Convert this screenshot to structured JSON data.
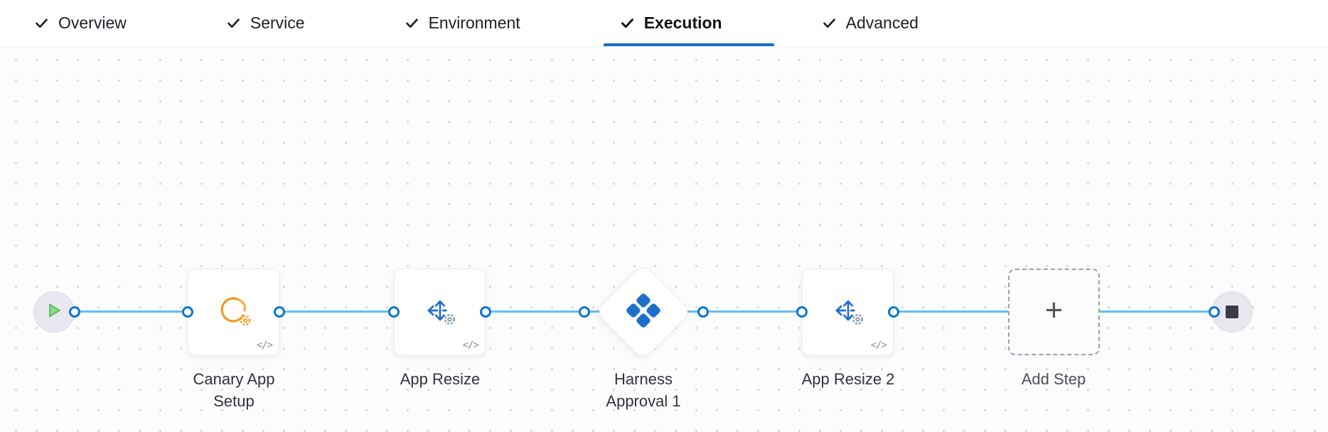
{
  "tab_bar": {
    "tabs": [
      {
        "label": "Overview",
        "checked": true,
        "active": false
      },
      {
        "label": "Service",
        "checked": true,
        "active": false
      },
      {
        "label": "Environment",
        "checked": true,
        "active": false
      },
      {
        "label": "Execution",
        "checked": true,
        "active": true
      },
      {
        "label": "Advanced",
        "checked": true,
        "active": false
      }
    ],
    "active_tab": "Execution",
    "underline_color": "#1a6dc6",
    "check_icon": "check-icon"
  },
  "canvas": {
    "start_node": {
      "icon": "play-icon"
    },
    "end_node": {
      "icon": "stop-icon"
    },
    "steps": [
      {
        "label": "Canary App Setup",
        "icon": "tanzu-swirl-gear-icon",
        "shape": "card",
        "template_badge": "</>"
      },
      {
        "label": "App Resize",
        "icon": "resize-arrows-gear-icon",
        "shape": "card",
        "template_badge": "</>"
      },
      {
        "label": "Harness Approval 1",
        "icon": "harness-logo-icon",
        "shape": "diamond"
      },
      {
        "label": "App Resize 2",
        "icon": "resize-arrows-gear-icon",
        "shape": "card",
        "template_badge": "</>"
      },
      {
        "label": "Add Step",
        "icon": "plus-icon",
        "shape": "dashed-add"
      }
    ],
    "add_step_plus": "+",
    "colors": {
      "connector_line": "#67bdec",
      "connector_point_border": "#0b76cf",
      "step_icon_blue": "#1d6fc9",
      "step_icon_orange": "#f09a20",
      "play_green": "#8bd987",
      "stop_gray": "#3a3a49",
      "grid_dot": "#d9dade"
    }
  }
}
